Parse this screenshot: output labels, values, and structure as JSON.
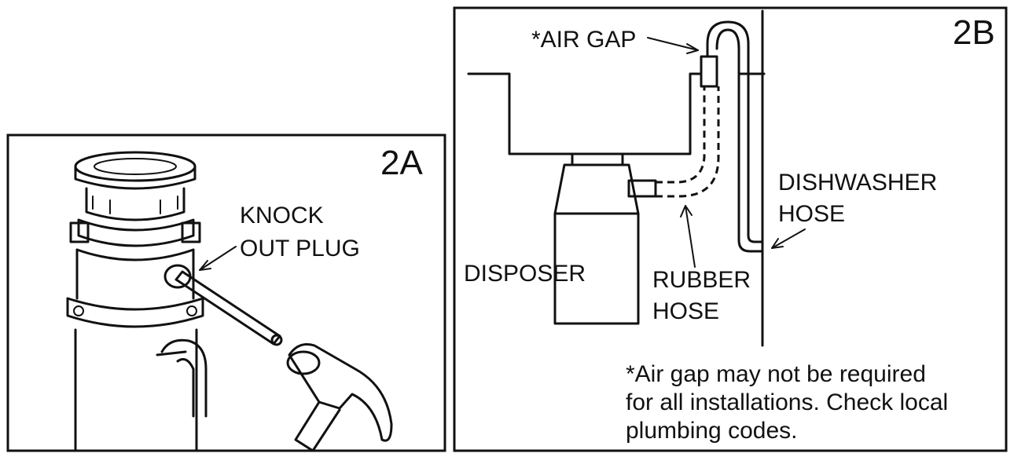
{
  "panel_a": {
    "id_label": "2A",
    "callout_lines": [
      "KNOCK",
      "OUT PLUG"
    ]
  },
  "panel_b": {
    "id_label": "2B",
    "air_gap_label": "*AIR GAP",
    "dishwasher_hose_lines": [
      "DISHWASHER",
      "HOSE"
    ],
    "disposer_label": "DISPOSER",
    "rubber_hose_lines": [
      "RUBBER",
      "HOSE"
    ],
    "note_lines": [
      "*Air gap may not be required",
      "for all installations. Check local",
      "plumbing codes."
    ]
  }
}
